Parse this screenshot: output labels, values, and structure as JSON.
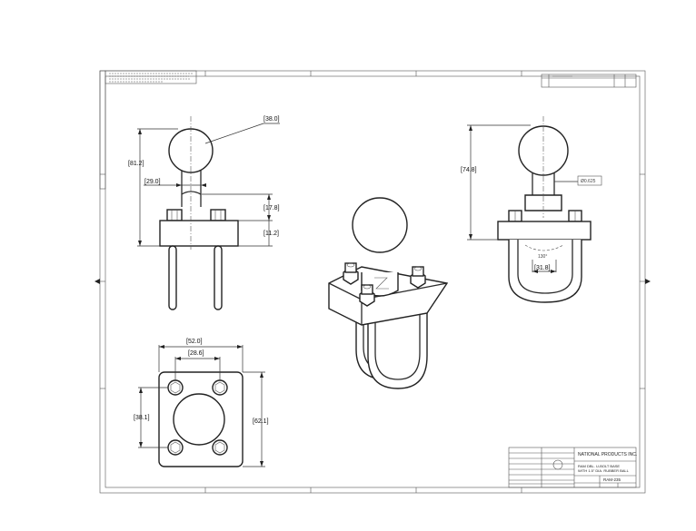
{
  "dimensions": {
    "ball_diameter": "[38.0]",
    "overall_height": "[81.2]",
    "neck_width": "[29.0]",
    "base_height": "[17.8]",
    "plate_thickness": "[11.2]",
    "side_height": "[74.8]",
    "ball_socket": "Ø0.625",
    "angle": "130°",
    "ubolt_width": "[31.8]",
    "plate_width": "[52.0]",
    "hole_spacing_x": "[28.6]",
    "hole_spacing_y": "[38.1]",
    "plate_height": "[62.1]"
  },
  "title_block": {
    "company": "NATIONAL PRODUCTS INC.",
    "description_line1": "RAM DBL. U-BOLT BASE",
    "description_line2": "WITH 1.5\" DIA. RUBBER BALL",
    "part_number": "RAM-235"
  }
}
